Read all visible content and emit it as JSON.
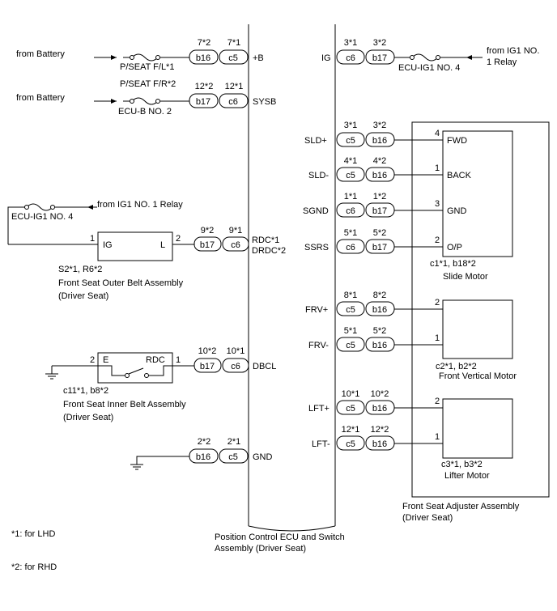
{
  "ecu": {
    "label_line1": "Position Control ECU and Switch",
    "label_line2": "Assembly (Driver Seat)"
  },
  "left_connections": [
    {
      "source": "from Battery",
      "fuse": "P/SEAT F/L*1",
      "conn_a": "b16",
      "pin_a": "7*2",
      "conn_b": "c5",
      "pin_b": "7*1",
      "terminal": "+B"
    },
    {
      "source": "from Battery",
      "fuse": "ECU-B NO. 2",
      "fuse_alt": "P/SEAT F/R*2",
      "conn_a": "b17",
      "pin_a": "12*2",
      "conn_b": "c6",
      "pin_b": "12*1",
      "terminal": "SYSB"
    },
    {
      "conn_a": "b17",
      "pin_a": "9*2",
      "conn_b": "c6",
      "pin_b": "9*1",
      "terminal": "RDC*1",
      "terminal_alt": "DRDC*2"
    },
    {
      "conn_a": "b17",
      "pin_a": "10*2",
      "conn_b": "c6",
      "pin_b": "10*1",
      "terminal": "DBCL"
    },
    {
      "conn_a": "b16",
      "pin_a": "2*2",
      "conn_b": "c5",
      "pin_b": "2*1",
      "terminal": "GND"
    }
  ],
  "right_connections": [
    {
      "terminal": "IG",
      "conn_a": "c6",
      "pin_a": "3*1",
      "conn_b": "b17",
      "pin_b": "3*2",
      "fuse": "ECU-IG1 NO. 4",
      "source_line1": "from IG1 NO.",
      "source_line2": "1 Relay"
    },
    {
      "terminal": "SLD+",
      "conn_a": "c5",
      "pin_a": "3*1",
      "conn_b": "b16",
      "pin_b": "3*2"
    },
    {
      "terminal": "SLD-",
      "conn_a": "c5",
      "pin_a": "4*1",
      "conn_b": "b16",
      "pin_b": "4*2"
    },
    {
      "terminal": "SGND",
      "conn_a": "c6",
      "pin_a": "1*1",
      "conn_b": "b17",
      "pin_b": "1*2"
    },
    {
      "terminal": "SSRS",
      "conn_a": "c6",
      "pin_a": "5*1",
      "conn_b": "b17",
      "pin_b": "5*2"
    },
    {
      "terminal": "FRV+",
      "conn_a": "c5",
      "pin_a": "8*1",
      "conn_b": "b16",
      "pin_b": "8*2"
    },
    {
      "terminal": "FRV-",
      "conn_a": "c5",
      "pin_a": "5*1",
      "conn_b": "b16",
      "pin_b": "5*2"
    },
    {
      "terminal": "LFT+",
      "conn_a": "c5",
      "pin_a": "10*1",
      "conn_b": "b16",
      "pin_b": "10*2"
    },
    {
      "terminal": "LFT-",
      "conn_a": "c5",
      "pin_a": "12*1",
      "conn_b": "b16",
      "pin_b": "12*2"
    }
  ],
  "outer_belt": {
    "fuse": "ECU-IG1 NO. 4",
    "source": "from IG1 NO. 1 Relay",
    "pin_left": "1",
    "pin_right": "2",
    "term_left": "IG",
    "term_right": "L",
    "connectors": "S2*1, R6*2",
    "name_line1": "Front Seat Outer Belt Assembly",
    "name_line2": "(Driver Seat)"
  },
  "inner_belt": {
    "pin_left": "2",
    "pin_right": "1",
    "term_left": "E",
    "term_right": "RDC",
    "connectors": "c11*1, b8*2",
    "name_line1": "Front Seat Inner Belt Assembly",
    "name_line2": "(Driver Seat)"
  },
  "adjuster": {
    "name_line1": "Front Seat Adjuster Assembly",
    "name_line2": "(Driver Seat)"
  },
  "slide_motor": {
    "terminals": [
      {
        "pin": "4",
        "label": "FWD"
      },
      {
        "pin": "1",
        "label": "BACK"
      },
      {
        "pin": "3",
        "label": "GND"
      },
      {
        "pin": "2",
        "label": "O/P"
      }
    ],
    "connectors": "c1*1, b18*2",
    "name": "Slide Motor"
  },
  "front_vertical_motor": {
    "pins": [
      "2",
      "1"
    ],
    "connectors": "c2*1, b2*2",
    "name": "Front Vertical Motor"
  },
  "lifter_motor": {
    "pins": [
      "2",
      "1"
    ],
    "connectors": "c3*1, b3*2",
    "name": "Lifter Motor"
  },
  "notes": [
    "*1: for LHD",
    "*2: for RHD"
  ]
}
